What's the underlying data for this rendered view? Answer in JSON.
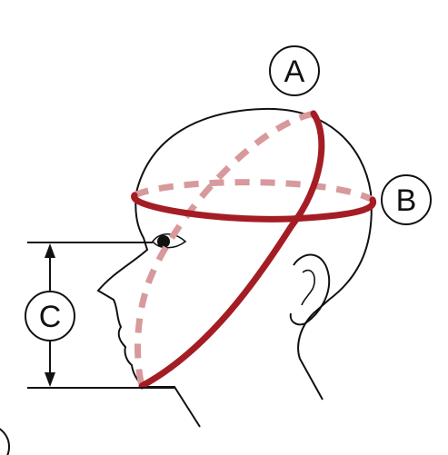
{
  "labels": {
    "a": "A",
    "b": "B",
    "c": "C"
  },
  "colors": {
    "measure_line": "#a51d24",
    "measure_line_back": "#d7999c",
    "outline": "#111111",
    "background": "#ffffff"
  }
}
